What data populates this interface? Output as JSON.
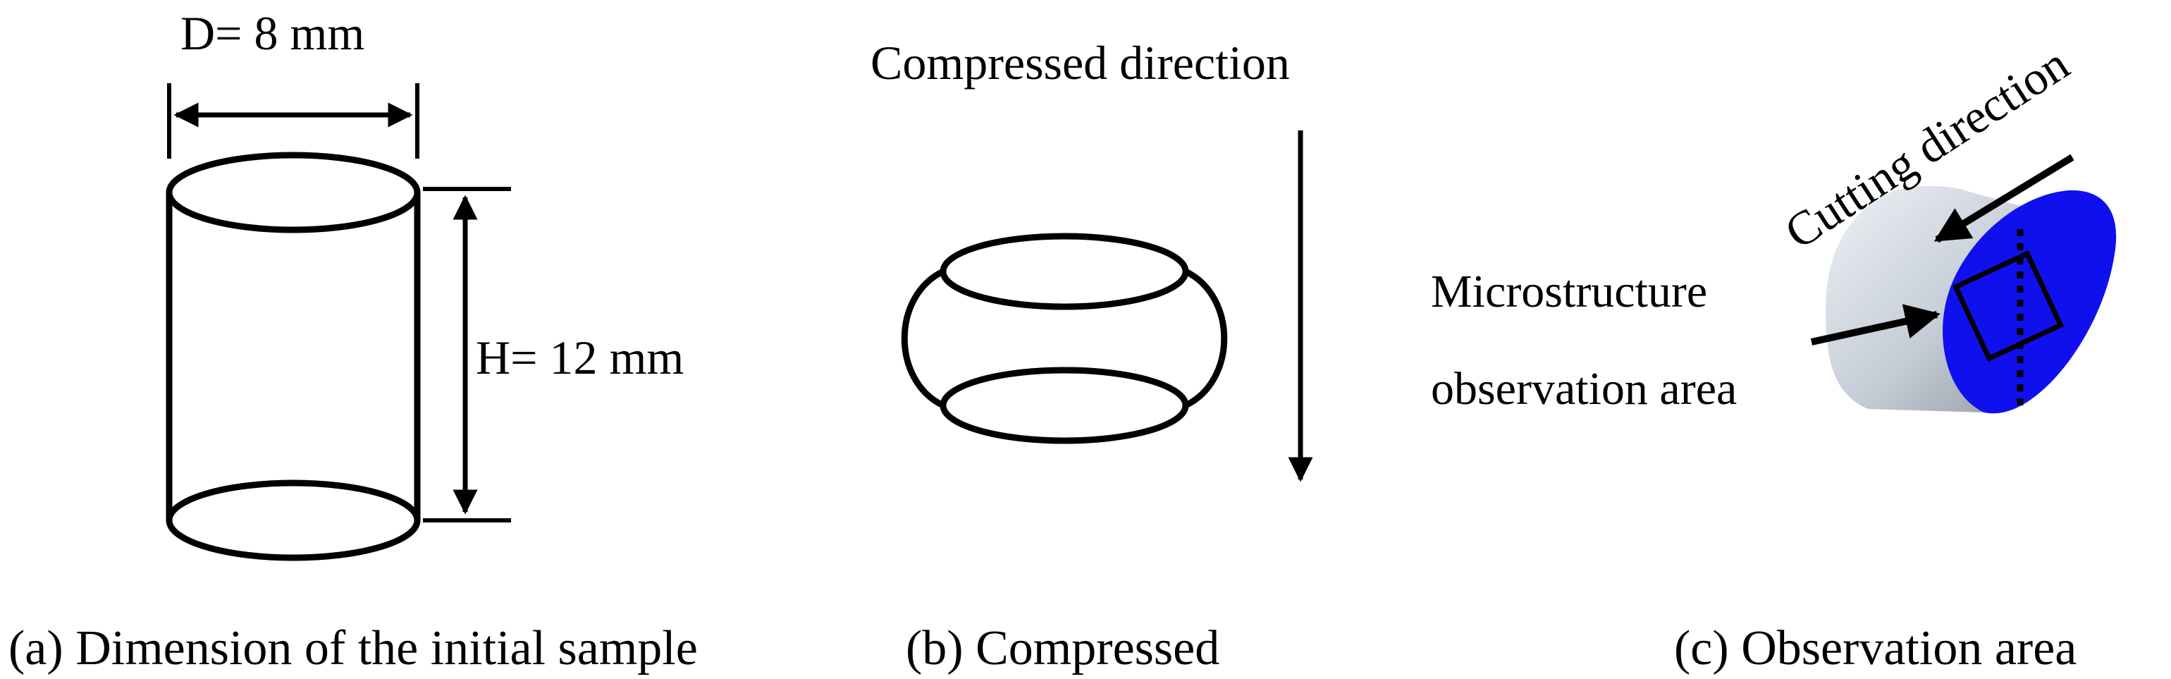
{
  "panel_a": {
    "diameter_label": "D= 8 mm",
    "height_label": "H= 12 mm",
    "caption": "(a) Dimension of the initial sample"
  },
  "panel_b": {
    "direction_label": "Compressed direction",
    "caption": "(b) Compressed"
  },
  "panel_c": {
    "cutting_label": "Cutting direction",
    "observation_label_line1": "Microstructure",
    "observation_label_line2": "observation area",
    "caption": "(c) Observation area",
    "face_color": "#1010ee",
    "body_color": "#c8d0da"
  }
}
